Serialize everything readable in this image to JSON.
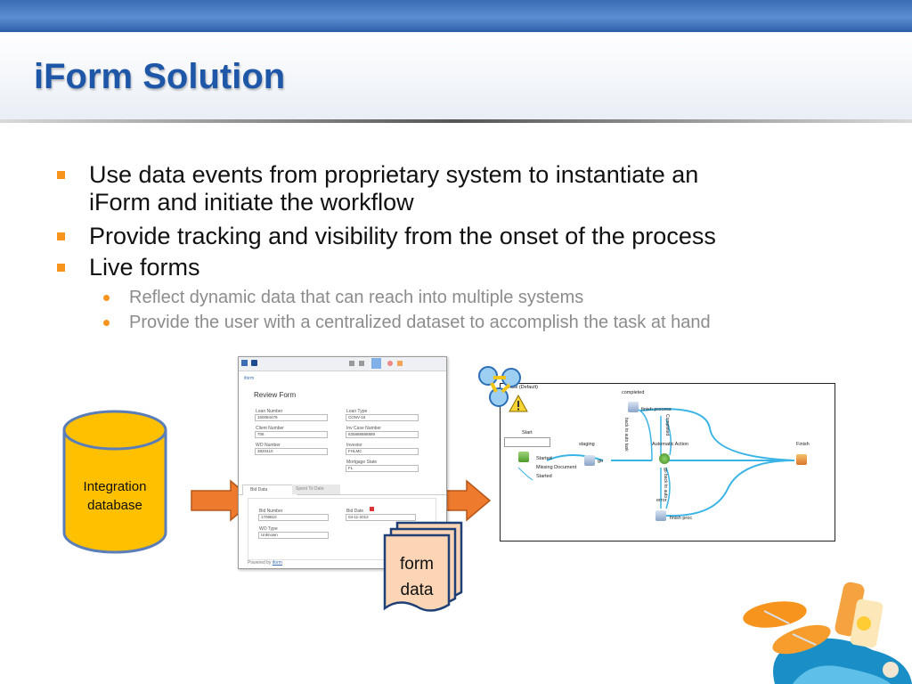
{
  "slide": {
    "title": "iForm Solution",
    "bullets": [
      {
        "text_line1": "Use data events from proprietary system to instantiate an",
        "text_line2": "iForm and initiate the workflow"
      },
      {
        "text": "Provide tracking and visibility from the onset of the process"
      },
      {
        "text": "Live forms"
      }
    ],
    "subbullets": [
      "Reflect dynamic data that can reach into multiple systems",
      "Provide the user with a centralized dataset to accomplish the task at hand"
    ]
  },
  "diagram": {
    "database_label_line1": "Integration",
    "database_label_line2": "database",
    "doc_label_line1": "form",
    "doc_label_line2": "data"
  },
  "form": {
    "header_link": "iform",
    "title": "Review Form",
    "fields": [
      {
        "label": "Loan Number",
        "value": "150084479"
      },
      {
        "label": "Loan Type",
        "value": "CONV-16"
      },
      {
        "label": "Client Number",
        "value": "706"
      },
      {
        "label": "Inv Case Number",
        "value": "835888888889"
      },
      {
        "label": "WO Number",
        "value": "3820410"
      },
      {
        "label": "Investor",
        "value": "FHLMC"
      },
      {
        "label": "Mortgage State",
        "value": "FL"
      }
    ],
    "tabs": [
      "Bid Data",
      "Spent To Date"
    ],
    "bid_fields": [
      {
        "label": "Bid Number",
        "value": "1708810"
      },
      {
        "label": "Bid Date",
        "value": "04-11-2012"
      },
      {
        "label": "WO Type",
        "value": "Unknown"
      }
    ],
    "footer": "Powered by",
    "footer_link": "iform"
  },
  "workflow": {
    "task_label": "Task (Default)",
    "nodes": {
      "start": "Start",
      "started1": "Started",
      "missing_doc": "Missing Document",
      "started2": "Started",
      "staging": "staging",
      "go": "go",
      "completed": "completed",
      "finish_process": "finish process",
      "automatic_action": "Automatic Action",
      "error": "error",
      "finish_proc": "finish proc",
      "finish": "Finish"
    },
    "edges": {
      "to_auto": "back to auto task",
      "completed": "Completed",
      "go_back": "go back to auto"
    }
  },
  "colors": {
    "title_blue": "#1e56a8",
    "bullet_orange": "#f7941d",
    "db_yellow": "#ffc000",
    "db_border": "#5b7db8",
    "arrow_orange": "#ee7a2e",
    "doc_fill": "#fbd5b5",
    "doc_border": "#1f3f77",
    "flow_cyan": "#3ab4e6"
  }
}
